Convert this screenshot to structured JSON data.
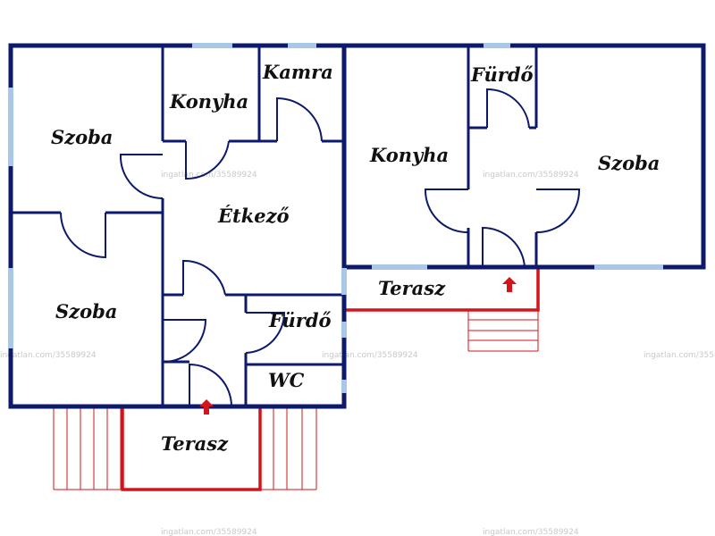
{
  "rooms": {
    "szoba_1": "Szoba",
    "konyha_1": "Konyha",
    "kamra": "Kamra",
    "etkezo": "Étkező",
    "szoba_2": "Szoba",
    "furdo_1": "Fürdő",
    "wc": "WC",
    "terasz_1": "Terasz",
    "konyha_2": "Konyha",
    "furdo_2": "Fürdő",
    "szoba_3": "Szoba",
    "terasz_2": "Terasz"
  },
  "watermark": "ingatlan.com/35589924",
  "colors": {
    "wall": "#0d1a6b",
    "window": "#a9c8e8",
    "terrace": "#d4141a",
    "label": "#111111",
    "watermark": "#c9c9c9"
  }
}
